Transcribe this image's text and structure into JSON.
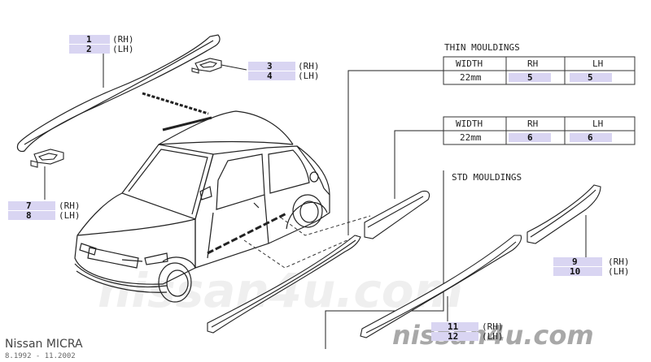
{
  "callouts": {
    "c1": {
      "part": "1",
      "side": "(RH)"
    },
    "c2": {
      "part": "2",
      "side": "(LH)"
    },
    "c3": {
      "part": "3",
      "side": "(RH)"
    },
    "c4": {
      "part": "4",
      "side": "(LH)"
    },
    "c7": {
      "part": "7",
      "side": "(RH)"
    },
    "c8": {
      "part": "8",
      "side": "(LH)"
    },
    "c9": {
      "part": "9",
      "side": "(RH)"
    },
    "c10": {
      "part": "10",
      "side": "(LH)"
    },
    "c11": {
      "part": "11",
      "side": "(RH)"
    },
    "c12": {
      "part": "12",
      "side": "(LH)"
    }
  },
  "thin_mouldings": {
    "title": "THIN MOULDINGS",
    "headers": [
      "WIDTH",
      "RH",
      "LH"
    ],
    "rows": [
      {
        "width": "22mm",
        "rh": "5",
        "lh": "5"
      },
      {
        "width": "22mm",
        "rh": "6",
        "lh": "6"
      }
    ]
  },
  "std_mouldings": {
    "title": "STD MOULDINGS"
  },
  "footer": {
    "model": "Nissan MICRA",
    "dates": "8.1992 - 11.2002",
    "watermark_center": "nissan4u.com",
    "watermark_corner": "nissan4u.com"
  }
}
